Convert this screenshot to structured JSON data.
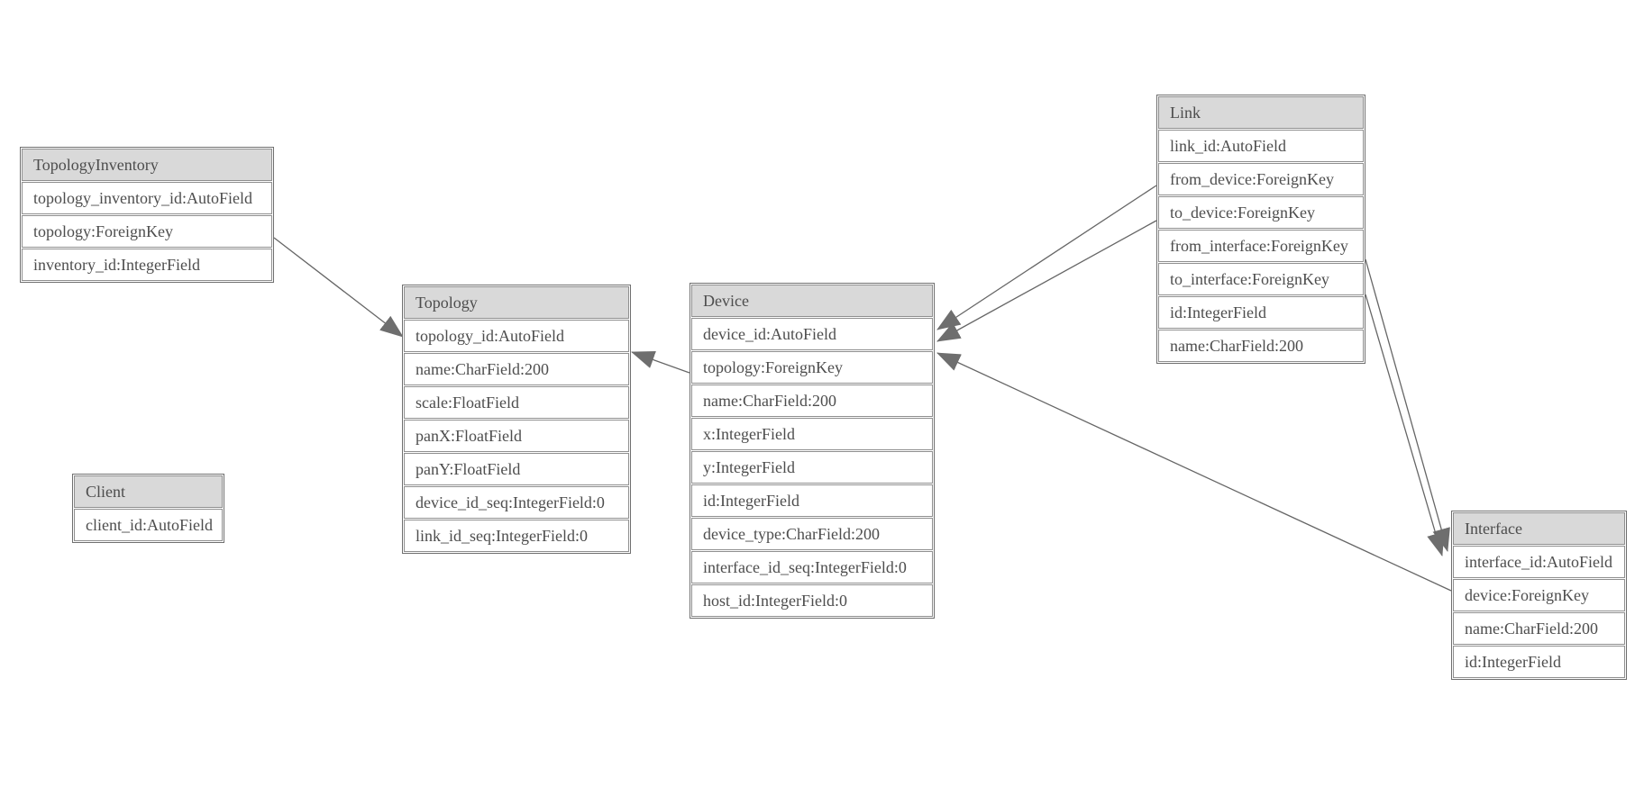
{
  "diagram": {
    "colors": {
      "background": "#ffffff",
      "header_bg": "#d9d9d9",
      "row_bg": "#ffffff",
      "outer_border": "#6f6f6f",
      "cell_border": "#8f8f8f",
      "text": "#4d4d4d",
      "edge_line": "#666666",
      "arrowhead": "#6e6e6e"
    },
    "tables": [
      {
        "name": "TopologyInventory",
        "fields": [
          "topology_inventory_id:AutoField",
          "topology:ForeignKey",
          "inventory_id:IntegerField"
        ]
      },
      {
        "name": "Topology",
        "fields": [
          "topology_id:AutoField",
          "name:CharField:200",
          "scale:FloatField",
          "panX:FloatField",
          "panY:FloatField",
          "device_id_seq:IntegerField:0",
          "link_id_seq:IntegerField:0"
        ]
      },
      {
        "name": "Client",
        "fields": [
          "client_id:AutoField"
        ]
      },
      {
        "name": "Device",
        "fields": [
          "device_id:AutoField",
          "topology:ForeignKey",
          "name:CharField:200",
          "x:IntegerField",
          "y:IntegerField",
          "id:IntegerField",
          "device_type:CharField:200",
          "interface_id_seq:IntegerField:0",
          "host_id:IntegerField:0"
        ]
      },
      {
        "name": "Link",
        "fields": [
          "link_id:AutoField",
          "from_device:ForeignKey",
          "to_device:ForeignKey",
          "from_interface:ForeignKey",
          "to_interface:ForeignKey",
          "id:IntegerField",
          "name:CharField:200"
        ]
      },
      {
        "name": "Interface",
        "fields": [
          "interface_id:AutoField",
          "device:ForeignKey",
          "name:CharField:200",
          "id:IntegerField"
        ]
      }
    ],
    "relations": [
      {
        "from": "TopologyInventory.topology",
        "to": "Topology"
      },
      {
        "from": "Device.topology",
        "to": "Topology"
      },
      {
        "from": "Link.from_device",
        "to": "Device"
      },
      {
        "from": "Link.to_device",
        "to": "Device"
      },
      {
        "from": "Interface.device",
        "to": "Device"
      },
      {
        "from": "Link.from_interface",
        "to": "Interface"
      },
      {
        "from": "Link.to_interface",
        "to": "Interface"
      }
    ]
  }
}
